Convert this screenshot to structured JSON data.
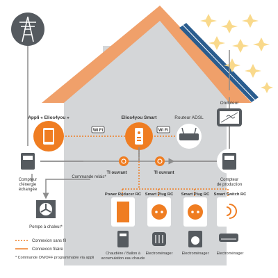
{
  "colors": {
    "orange": "#ef7d22",
    "house": "#d4d6d8",
    "roof": "#f0a06a",
    "dark": "#555a5f",
    "sun": "#f9d98b",
    "panel": "#2a5d8f",
    "wireless": "#ef7d22",
    "wired": "#8c8c8c"
  },
  "labels": {
    "app": "Appli « Elios4you »",
    "hub": "Elios4you Smart",
    "router": "Routeur ADSL",
    "inverter": "Onduleur",
    "meter_left": [
      "Compteur",
      "d'énergie",
      "échangée"
    ],
    "meter_right": [
      "Compteur",
      "de production"
    ],
    "command_relay": "Commande relais*",
    "ti_left": "TI ouvrant",
    "ti_right": "TI ouvrant",
    "heat_pump": "Pompe à chaleur*",
    "power_reducer": "Power Reducer RC",
    "smart_plug_1": "Smart Plug RC",
    "smart_plug_2": "Smart Plug RC",
    "smart_switch": "Smart Switch RC",
    "dev_boiler": [
      "Chaudière / Ballon à",
      "accumulation eau chaude"
    ],
    "dev_appliance_1": "Électroménager",
    "dev_appliance_2": "Électroménager",
    "dev_appliance_3": "Électroménager",
    "wifi_badge": "Wi Fi"
  },
  "legend": {
    "wireless": "Connexion sans fil",
    "wired": "Connexion filaire",
    "footnote": "* Commande ON/OFF programmable via appli"
  },
  "icons": [
    "power-pylon-icon",
    "sun-icon",
    "solar-panel-icon",
    "smartphone-icon",
    "hub-device-icon",
    "router-icon",
    "inverter-icon",
    "meter-icon",
    "fan-icon",
    "plug-icon",
    "heater-icon",
    "washing-machine-icon",
    "air-conditioner-icon",
    "boiler-icon",
    "current-transformer-icon"
  ]
}
